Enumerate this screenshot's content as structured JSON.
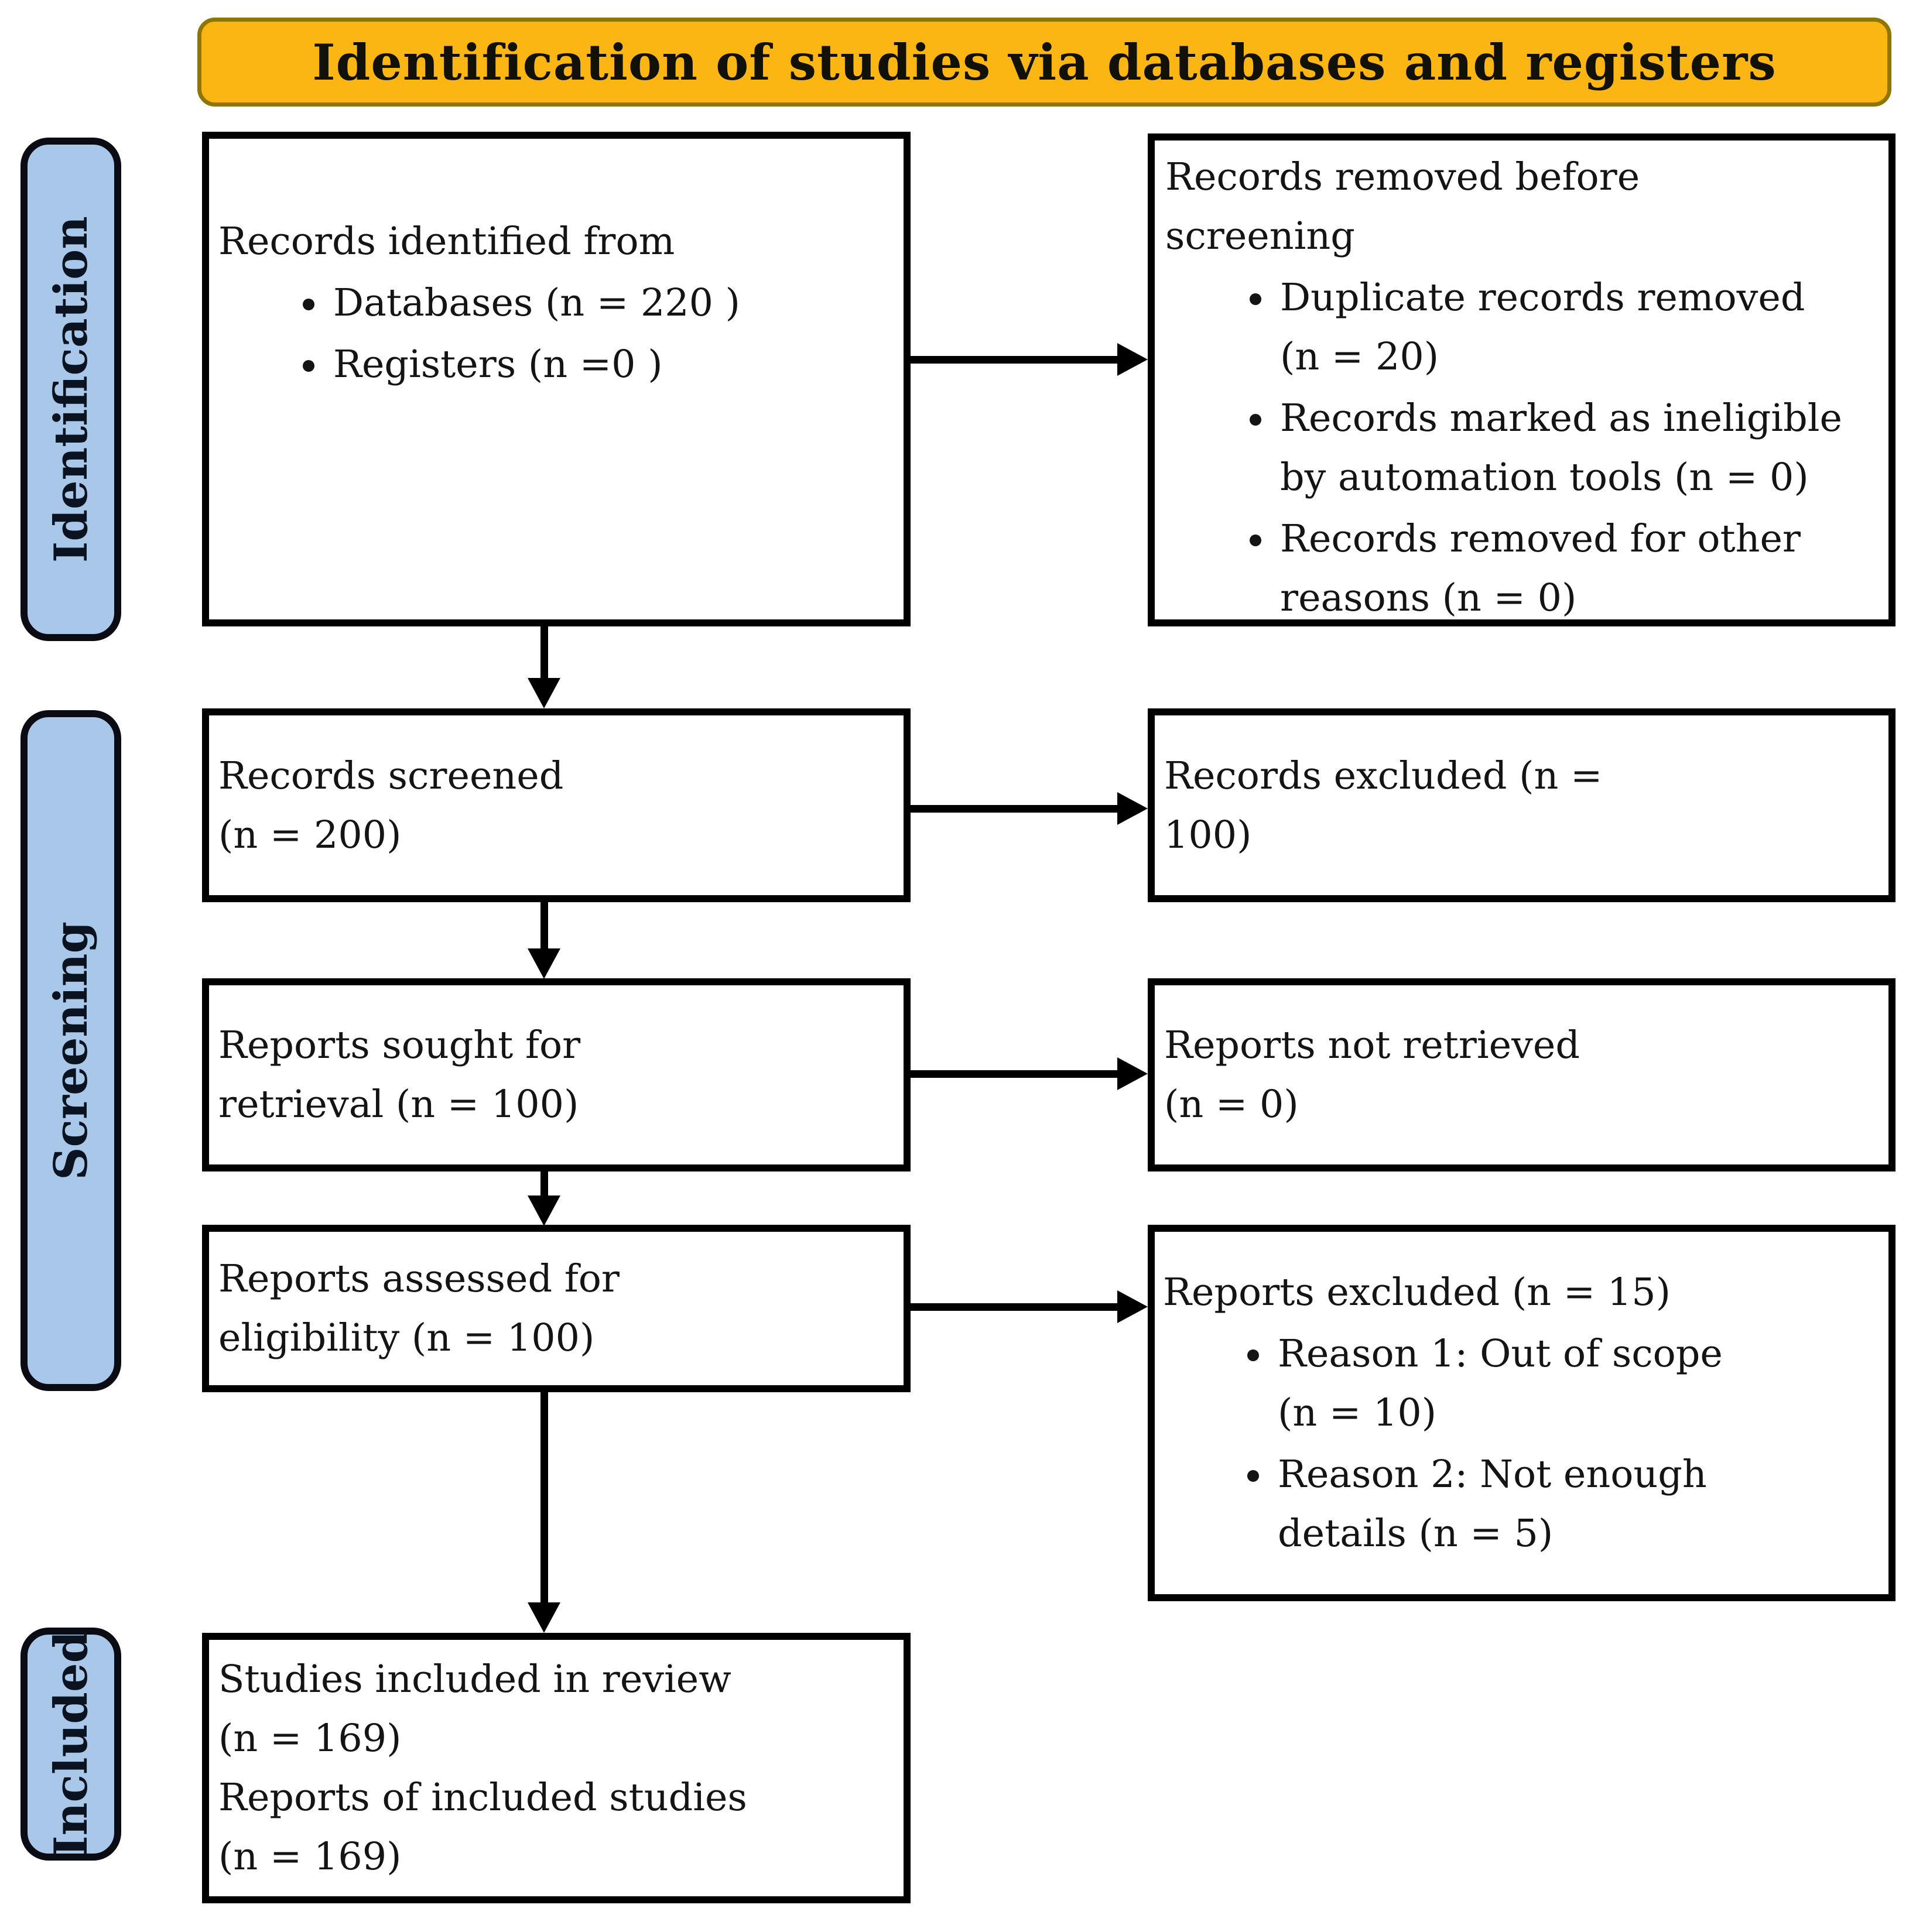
{
  "title": "Identification of studies via databases and registers",
  "sidebar": {
    "identification": "Identification",
    "screening": "Screening",
    "included": "Included"
  },
  "boxes": {
    "records_identified": {
      "intro": "Records identified from",
      "bullet_databases": "Databases (n = 220 )",
      "bullet_registers": "Registers (n =0 )"
    },
    "records_removed": {
      "intro": "Records removed before\nscreening",
      "bullet_duplicates": "Duplicate records removed\n(n = 20)",
      "bullet_automation": "Records marked as ineligible\nby automation tools (n = 0)",
      "bullet_other": "Records removed for other\nreasons (n = 0)"
    },
    "records_screened": {
      "text": "Records screened\n(n = 200)"
    },
    "records_excluded": {
      "text": "Records excluded (n =\n100)"
    },
    "reports_sought": {
      "text": "Reports sought for\nretrieval (n = 100)"
    },
    "reports_not_retrieved": {
      "text": "Reports not retrieved\n(n = 0)"
    },
    "reports_assessed": {
      "text": "Reports assessed for\neligibility (n = 100)"
    },
    "reports_excluded": {
      "intro": "Reports excluded (n = 15)",
      "bullet_reason1": "Reason 1: Out of scope\n(n = 10)",
      "bullet_reason2": "Reason 2: Not enough\ndetails (n = 5)"
    },
    "studies_included": {
      "text": "Studies included in review\n(n = 169)\nReports of included studies\n(n = 169)"
    }
  },
  "colors": {
    "banner_bg": "#FBB614",
    "banner_border": "#8F7600",
    "stage_bg": "#A9C7E8",
    "stage_border": "#0B0B14",
    "box_border": "#000000",
    "arrow": "#000000",
    "text": "#141414"
  }
}
